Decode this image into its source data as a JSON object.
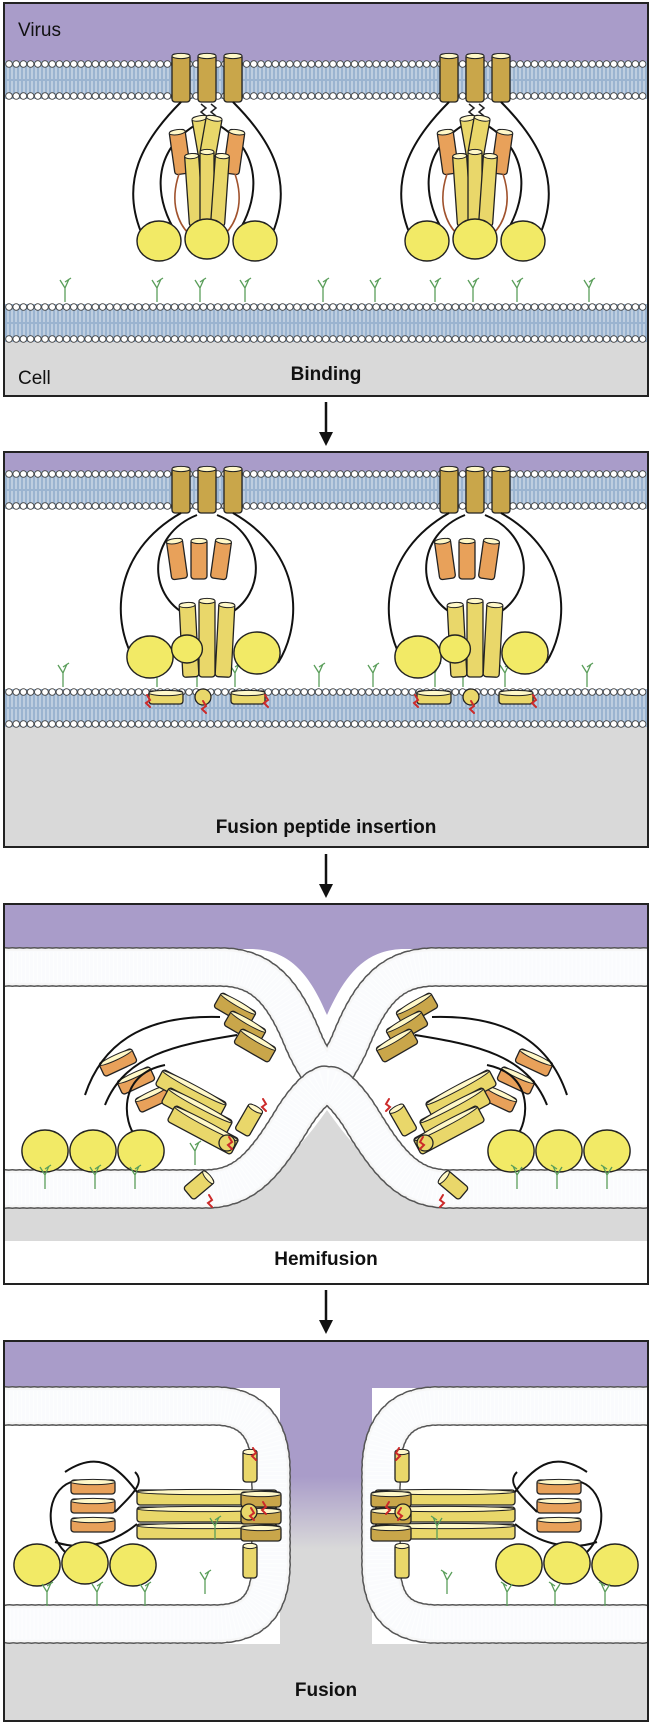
{
  "labels": {
    "virus": "Virus",
    "cell": "Cell"
  },
  "stages": [
    {
      "caption": "Binding"
    },
    {
      "caption": "Fusion peptide insertion"
    },
    {
      "caption": "Hemifusion"
    },
    {
      "caption": "Fusion"
    }
  ],
  "colors": {
    "virus": "#a99cc9",
    "cell": "#d9d9d9",
    "membrane": "#9bb4d0",
    "head": "#f2ea66",
    "helix_gold": "#c9a64a",
    "helix_yellow": "#e9d76a",
    "helix_orange": "#e8a15a",
    "glycan": "#5a9e5a",
    "peptide": "#cc2a2a"
  }
}
